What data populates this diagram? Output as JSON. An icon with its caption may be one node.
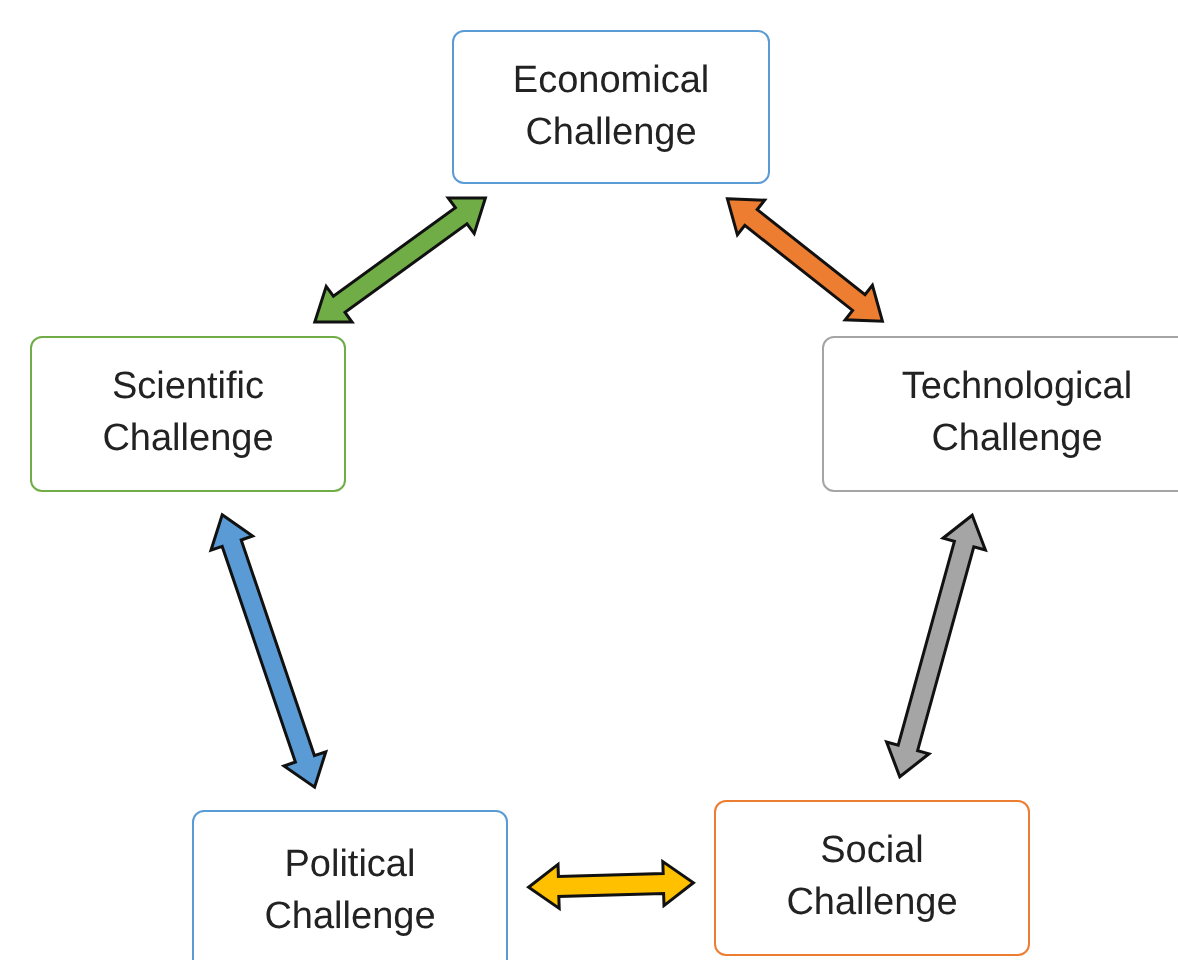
{
  "diagram": {
    "nodes": [
      {
        "text": [
          "Economical Challenge"
        ]
      },
      {
        "text": [
          "Scientific Challenge"
        ]
      },
      {
        "text": [
          "Technological Challenge"
        ]
      },
      {
        "text": [
          "Political Challenge"
        ]
      },
      {
        "text": [
          "Social Challenge"
        ]
      }
    ],
    "edges": [
      {
        "from": 1,
        "to": 0,
        "arrow": "both",
        "color": "#70ad47"
      },
      {
        "from": 0,
        "to": 2,
        "arrow": "both",
        "color": "#ed7d31"
      },
      {
        "from": 2,
        "to": 4,
        "arrow": "both",
        "color": "#a5a5a5"
      },
      {
        "from": 1,
        "to": 3,
        "arrow": "both",
        "color": "#5b9bd5"
      },
      {
        "from": 3,
        "to": 4,
        "arrow": "both",
        "color": "#ffc000"
      }
    ]
  }
}
